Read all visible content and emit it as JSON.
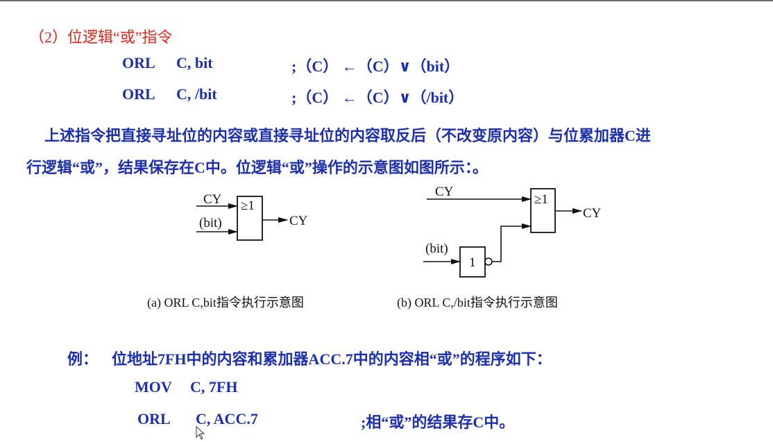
{
  "section": {
    "title": "（2）位逻辑“或”指令"
  },
  "instructions": [
    {
      "mnemonic": "ORL",
      "operand": "C,  bit",
      "comment": ";（C） ←（C）∨（bit）"
    },
    {
      "mnemonic": "ORL",
      "operand": "C,  /bit",
      "comment": ";（C） ←（C）∨（/bit）"
    }
  ],
  "paragraph": {
    "line1": "上述指令把直接寻址位的内容或直接寻址位的内容取反后（不改变原内容）与位累加器C进",
    "line2": "行逻辑“或”，结果保存在C中。位逻辑“或”操作的示意图如图所示：。"
  },
  "diagram_a": {
    "input1": "CY",
    "input2": "(bit)",
    "gate": "≥1",
    "output": "CY",
    "caption": "(a) ORL C,bit指令执行示意图"
  },
  "diagram_b": {
    "input1": "CY",
    "input2": "(bit)",
    "not_gate": "1",
    "gate": "≥1",
    "output": "CY",
    "caption": "(b) ORL C,/bit指令执行示意图"
  },
  "example": {
    "label": "例：",
    "text": "位地址7FH中的内容和累加器ACC.7中的内容相“或”的程序如下：",
    "lines": [
      {
        "mnemonic": "MOV",
        "operand": "C,  7FH",
        "comment": ""
      },
      {
        "mnemonic": "ORL",
        "operand": "C,  ACC.7",
        "comment": ";相“或”的结果存C中。"
      }
    ]
  },
  "colors": {
    "title_red": "#e0261a",
    "text_blue": "#1b2fb0",
    "diagram_black": "#111111"
  }
}
